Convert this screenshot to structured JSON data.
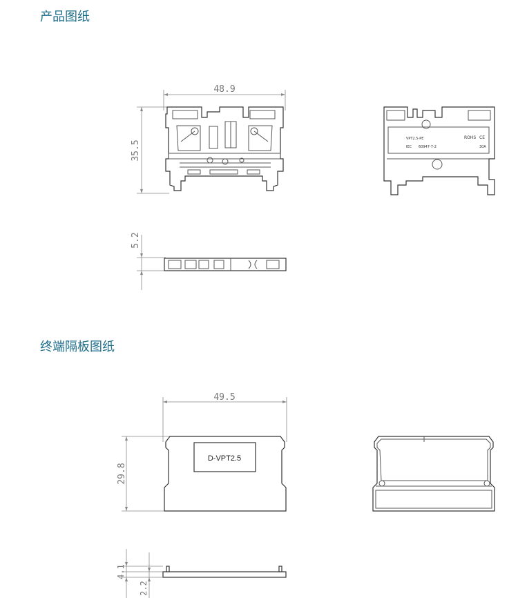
{
  "sections": {
    "product_drawing_title": "产品图纸",
    "end_plate_drawing_title": "终端隔板图纸"
  },
  "product": {
    "width_dim": "48.9",
    "height_dim": "35.5",
    "thickness_dim": "5.2",
    "side_label_model": "VPT2.5-PE",
    "side_label_rohs": "ROHS",
    "side_label_ce": "CE",
    "side_label_iec": "IEC",
    "side_label_standard": "60947-7-2",
    "side_label_rating": "30A"
  },
  "end_plate": {
    "width_dim": "49.5",
    "height_dim": "29.8",
    "label": "D-VPT2.5",
    "thickness_dim_1": "4.1",
    "thickness_dim_2": "2.2"
  }
}
